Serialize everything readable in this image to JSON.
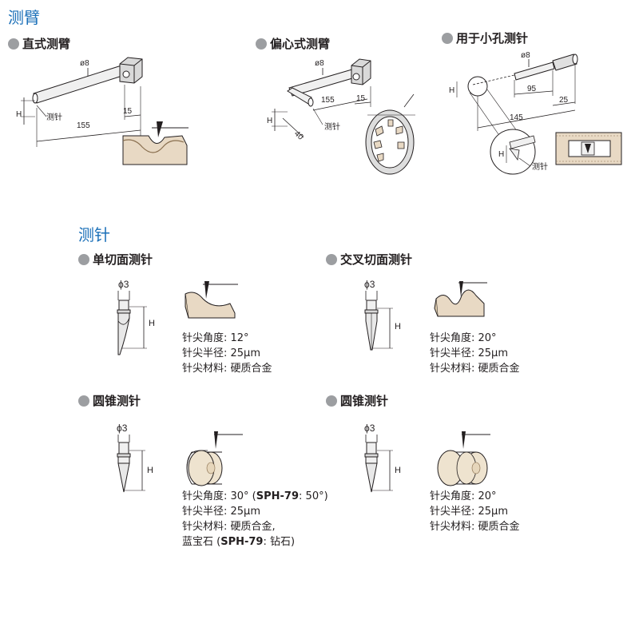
{
  "arms": {
    "title": "测臂",
    "straight": {
      "title": "直式测臂",
      "diameter": "ø8",
      "h": "H",
      "tip_label": "测针",
      "length": "155",
      "end_length": "15"
    },
    "eccentric": {
      "title": "偏心式测臂",
      "diameter": "ø8",
      "h": "H",
      "tip_label": "测针",
      "length": "155",
      "end_length": "15",
      "offset": "40"
    },
    "small_hole": {
      "title": "用于小孔测针",
      "diameter": "ø8",
      "h": "H",
      "tip_label": "测针",
      "length_total": "145",
      "length_mid": "95",
      "length_end": "25",
      "detail_h": "H"
    }
  },
  "styli": {
    "title": "测针",
    "single_bevel": {
      "title": "单切面测针",
      "diameter": "ϕ3",
      "h": "H",
      "spec": [
        "针尖角度: 12°",
        "针尖半径: 25μm",
        "针尖材料: 硬质合金"
      ]
    },
    "cross_bevel": {
      "title": "交叉切面测针",
      "diameter": "ϕ3",
      "h": "H",
      "spec": [
        "针尖角度: 20°",
        "针尖半径: 25μm",
        "针尖材料: 硬质合金"
      ]
    },
    "cone_a": {
      "title": "圆锥测针",
      "diameter": "ϕ3",
      "h": "H",
      "spec1_prefix": "针尖角度: 30° (",
      "spec1_model": "SPH-79",
      "spec1_suffix": ": 50°)",
      "spec2": "针尖半径: 25μm",
      "spec3": "针尖材料: 硬质合金,",
      "spec4_prefix": "蓝宝石 (",
      "spec4_model": "SPH-79",
      "spec4_suffix": ": 钻石)"
    },
    "cone_b": {
      "title": "圆锥测针",
      "diameter": "ϕ3",
      "h": "H",
      "spec": [
        "针尖角度: 20°",
        "针尖半径: 25μm",
        "针尖材料: 硬质合金"
      ]
    }
  }
}
